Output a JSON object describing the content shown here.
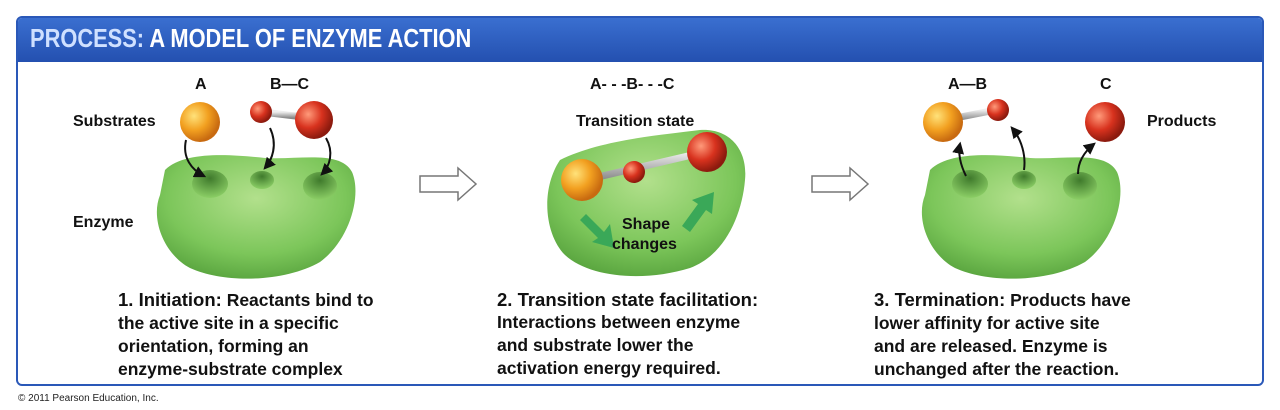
{
  "title": {
    "prefix": "PROCESS:",
    "main": "A MODEL OF ENZYME ACTION"
  },
  "stages": [
    {
      "atom_labels": {
        "a": "A",
        "bc": "B—C"
      },
      "side_label_top": "Substrates",
      "side_label_bottom": "Enzyme",
      "caption_head": "1. Initiation:",
      "caption_body": "Reactants bind to",
      "caption_lines": [
        "the active site in a specific",
        "orientation, forming an",
        "enzyme-substrate complex"
      ]
    },
    {
      "atom_labels": {
        "abc": "A- - -B- - -C"
      },
      "center_label": "Transition state",
      "inner_label_1": "Shape",
      "inner_label_2": "changes",
      "caption_head": "2. Transition state facilitation:",
      "caption_lines": [
        "Interactions between enzyme",
        "and substrate lower the",
        "activation energy required."
      ]
    },
    {
      "atom_labels": {
        "ab": "A—B",
        "c": "C"
      },
      "side_label_top": "Products",
      "caption_head": "3. Termination:",
      "caption_body": "Products have",
      "caption_lines": [
        "lower affinity for active site",
        "and are released. Enzyme is",
        "unchanged after the reaction."
      ]
    }
  ],
  "colors": {
    "header": "#2450b0",
    "enzyme": "#7cc65a",
    "atom_orange": "#f2a020",
    "atom_red": "#d8321e",
    "arrow_green": "#3aa858"
  },
  "copyright": "© 2011 Pearson Education, Inc."
}
